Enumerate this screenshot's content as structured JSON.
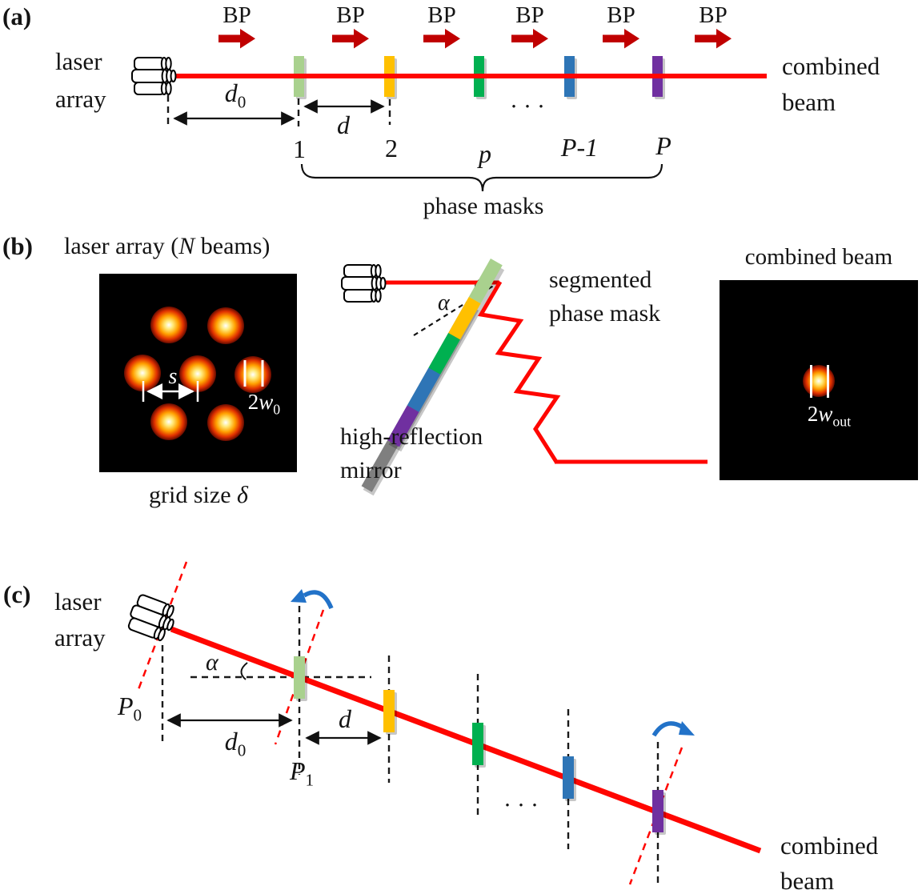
{
  "colors": {
    "beam-red": "#FF0600",
    "bp-red": "#C00000",
    "mask-lightgreen": "#A9D18E",
    "mask-gold": "#FFC000",
    "mask-green": "#00B050",
    "mask-blue": "#2E75B6",
    "mask-purple": "#7030A0",
    "mirror-gray": "#7F7F7F",
    "arrow-blue": "#2272C8"
  },
  "panel_a": {
    "label": "(a)",
    "laser_array": {
      "line1": "laser",
      "line2": "array"
    },
    "bp": "BP",
    "d0": {
      "var": "d",
      "sub": "0"
    },
    "d": {
      "var": "d"
    },
    "mask_numbers": {
      "n1": "1",
      "n2": "2",
      "np": "p",
      "npm1": "P-1",
      "nP": "P"
    },
    "dots": "• • •",
    "phase_masks": "phase masks",
    "combined_beam": {
      "line1": "combined",
      "line2": "beam"
    }
  },
  "panel_b": {
    "label": "(b)",
    "title": {
      "pre": "laser array (",
      "n": "N",
      "post": " beams)"
    },
    "grid_size": {
      "pre": "grid size ",
      "delta": "δ"
    },
    "s": "s",
    "w0": {
      "pre": "2",
      "var": "w",
      "sub": "0"
    },
    "alpha": "α",
    "segmented_mask": {
      "line1": "segmented",
      "line2": "phase mask"
    },
    "mirror": {
      "line1": "high-reflection",
      "line2": "mirror"
    },
    "combined_beam_title": "combined beam",
    "wout": {
      "pre": "2",
      "var": "w",
      "sub": "out"
    }
  },
  "panel_c": {
    "label": "(c)",
    "laser_array": {
      "line1": "laser",
      "line2": "array"
    },
    "p0": {
      "var": "P",
      "sub": "0"
    },
    "p1": {
      "var": "P",
      "sub": "1"
    },
    "alpha": "α",
    "d0": {
      "var": "d",
      "sub": "0"
    },
    "d": {
      "var": "d"
    },
    "dots": "• • •",
    "combined_beam": {
      "line1": "combined",
      "line2": "beam"
    }
  }
}
